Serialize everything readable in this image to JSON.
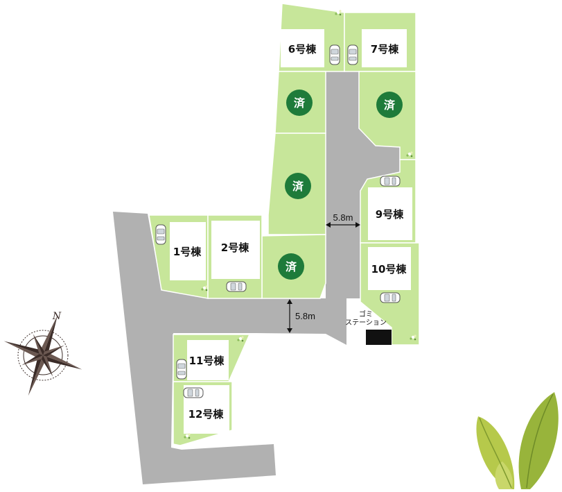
{
  "lots": {
    "lot1": "1号棟",
    "lot2": "2号棟",
    "lot6": "6号棟",
    "lot7": "7号棟",
    "lot9": "9号棟",
    "lot10": "10号棟",
    "lot11": "11号棟",
    "lot12": "12号棟"
  },
  "sold_mark": "済",
  "road_width_label": "5.8m",
  "garbage_station": {
    "line1": "ゴミ",
    "line2": "ステーション"
  },
  "icons": {
    "compass": "compass-rose-icon",
    "compass_north": "N",
    "decoration": "leaf-decoration-icon",
    "car": "parked-car-icon",
    "flower": "flower-icon"
  },
  "colors": {
    "road": "#b1b1b1",
    "lot_green": "#c7e69a",
    "sold_green": "#1e7b3a",
    "building": "#ffffff",
    "garbage": "#111111",
    "compass_dark": "#3a2b27",
    "leaf_green": "#9bb83e"
  }
}
